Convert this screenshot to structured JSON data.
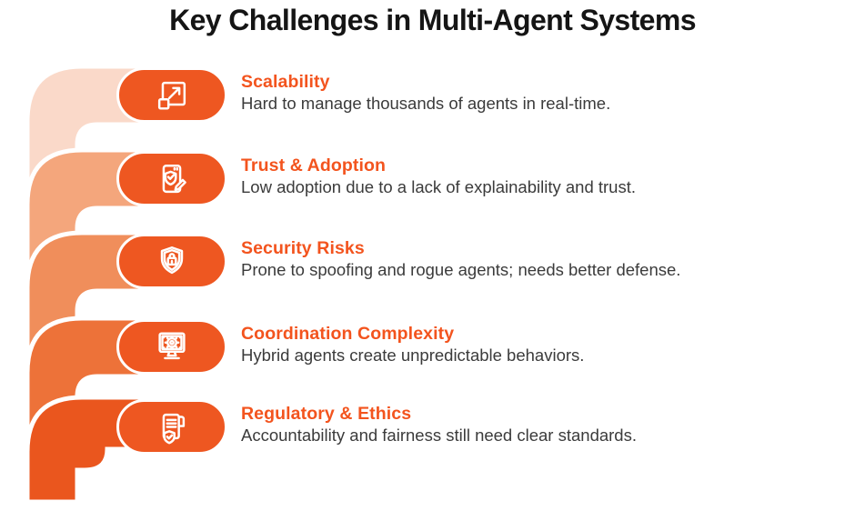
{
  "title": "Key Challenges in Multi-Agent Systems",
  "colors": {
    "title_text": "#151515",
    "accent": "#F3541E",
    "pill": "#EE5721",
    "body_text": "#3B3B3B",
    "ribbon": [
      "#FAD9C9",
      "#F4A67C",
      "#F08E5B",
      "#ED7239",
      "#EA561E"
    ]
  },
  "items": [
    {
      "icon": "expand-icon",
      "heading": "Scalability",
      "description": "Hard to manage thousands of agents in real-time."
    },
    {
      "icon": "document-shield-pencil-icon",
      "heading": "Trust & Adoption",
      "description": "Low adoption due to a lack of explainability and trust."
    },
    {
      "icon": "shield-lock-icon",
      "heading": "Security Risks",
      "description": "Prone to spoofing and rogue agents; needs better defense."
    },
    {
      "icon": "monitor-gear-icon",
      "heading": "Coordination Complexity",
      "description": "Hybrid agents create unpredictable behaviors."
    },
    {
      "icon": "scroll-shield-check-icon",
      "heading": "Regulatory & Ethics",
      "description": "Accountability and fairness still need clear standards."
    }
  ]
}
